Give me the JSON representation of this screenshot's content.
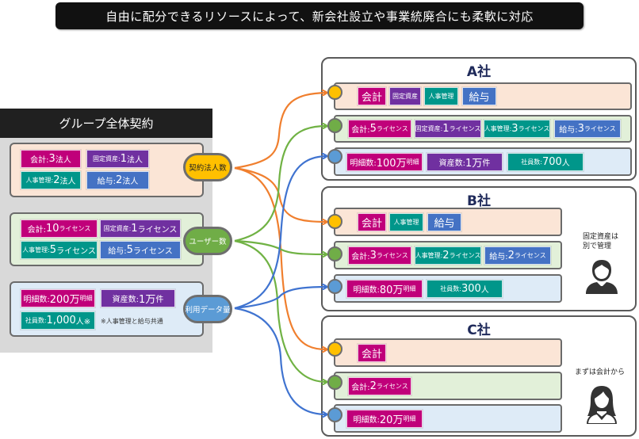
{
  "banner": {
    "text": "自由に配分できるリソースによって、新会社設立や事業統廃合にも柔軟に対応"
  },
  "group": {
    "title": "グループ全体契約",
    "contract": {
      "tags": [
        {
          "label": "会計:",
          "value": "3",
          "unit": "法人"
        },
        {
          "label": "固定資産:",
          "value": "1",
          "unit": "法人"
        },
        {
          "label": "人事管理:",
          "value": "2",
          "unit": "法人"
        },
        {
          "label": "給与:",
          "value": "2",
          "unit": "法人"
        }
      ],
      "pill": "契約法人数"
    },
    "users": {
      "tags": [
        {
          "label": "会計:",
          "value": "10",
          "unit": "ライセンス"
        },
        {
          "label": "固定資産:",
          "value": "1",
          "unit": "ライセンス"
        },
        {
          "label": "人事管理:",
          "value": "5",
          "unit": "ライセンス"
        },
        {
          "label": "給与:",
          "value": "5",
          "unit": "ライセンス"
        }
      ],
      "pill": "ユーザー数"
    },
    "data": {
      "tags": [
        {
          "label": "明細数:",
          "value": "200万",
          "unit": "明細"
        },
        {
          "label": "資産数:",
          "value": "1万",
          "unit": "件"
        },
        {
          "label": "社員数:",
          "value": "1,000",
          "unit": "人※"
        }
      ],
      "note": "※人事管理と給与共通",
      "pill": "利用データ量"
    }
  },
  "companies": [
    {
      "name": "A社",
      "modules": [
        "会計",
        "固定資産",
        "人事管理",
        "給与"
      ],
      "licenses": [
        {
          "label": "会計:",
          "value": "5",
          "unit": "ライセンス"
        },
        {
          "label": "固定資産:",
          "value": "1",
          "unit": "ライセンス"
        },
        {
          "label": "人事管理:",
          "value": "3",
          "unit": "ライセンス"
        },
        {
          "label": "給与:",
          "value": "3",
          "unit": "ライセンス"
        }
      ],
      "data": [
        {
          "label": "明細数:",
          "value": "100万",
          "unit": "明細"
        },
        {
          "label": "資産数:",
          "value": "1万",
          "unit": "件"
        },
        {
          "label": "社員数:",
          "value": "700",
          "unit": "人"
        }
      ]
    },
    {
      "name": "B社",
      "modules": [
        "会計",
        "人事管理",
        "給与"
      ],
      "licenses": [
        {
          "label": "会計:",
          "value": "3",
          "unit": "ライセンス"
        },
        {
          "label": "人事管理:",
          "value": "2",
          "unit": "ライセンス"
        },
        {
          "label": "給与:",
          "value": "2",
          "unit": "ライセンス"
        }
      ],
      "data": [
        {
          "label": "明細数:",
          "value": "80万",
          "unit": "明細"
        },
        {
          "label": "社員数:",
          "value": "300",
          "unit": "人"
        }
      ],
      "side_note_line1": "固定資産は",
      "side_note_line2": "別で管理",
      "person_icon": "male-user-icon"
    },
    {
      "name": "C社",
      "modules": [
        "会計"
      ],
      "licenses": [
        {
          "label": "会計:",
          "value": "2",
          "unit": "ライセンス"
        }
      ],
      "data": [
        {
          "label": "明細数:",
          "value": "20万",
          "unit": "明細"
        }
      ],
      "side_note_line1": "まずは会計から",
      "person_icon": "female-user-icon"
    }
  ],
  "colors": {
    "accounting": "#c0007a",
    "fixed_assets": "#7030a0",
    "hr": "#00968a",
    "payroll": "#4472c4",
    "contract_line": "#f07f2e",
    "user_line": "#70b244",
    "data_line": "#3f73d0"
  }
}
